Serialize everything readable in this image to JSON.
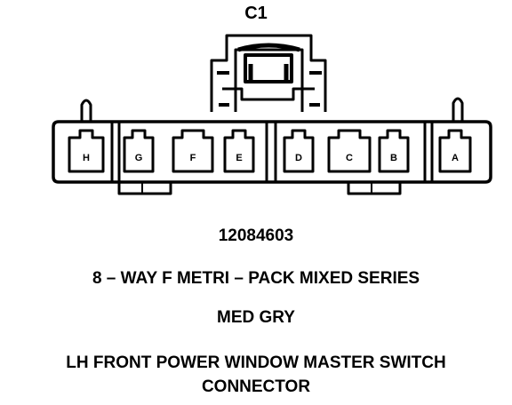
{
  "connector_id": "C1",
  "part_number": "12084603",
  "series_description": "8 – WAY F METRI – PACK MIXED SERIES",
  "color": "MED GRY",
  "description_line_1": "LH FRONT POWER WINDOW MASTER SWITCH",
  "description_line_2": "CONNECTOR",
  "pins": [
    "H",
    "G",
    "F",
    "E",
    "D",
    "C",
    "B",
    "A"
  ]
}
